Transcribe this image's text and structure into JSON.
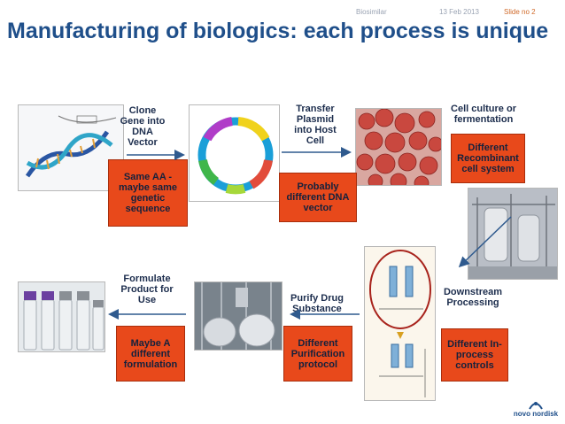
{
  "header": {
    "topic": "Biosimilar",
    "date": "13 Feb 2013",
    "slide": "Slide no 2"
  },
  "title": "Manufacturing of biologics: each process is unique",
  "steps": {
    "clone": {
      "label": "Clone Gene into DNA Vector",
      "box": "Same AA - maybe same genetic sequence"
    },
    "transfer": {
      "label": "Transfer Plasmid into Host Cell",
      "box": "Probably different DNA vector"
    },
    "culture": {
      "label": "Cell culture or fermentation",
      "box": "Different Recombinant cell system"
    },
    "downstream": {
      "label": "Downstream Processing",
      "box": "Different In-process controls"
    },
    "purify": {
      "label": "Purify Drug Substance",
      "box": "Different Purification protocol"
    },
    "formulate": {
      "label": "Formulate Product for Use",
      "box": "Maybe A different formulation"
    }
  },
  "logo": {
    "text": "novo nordisk"
  },
  "colors": {
    "title": "#1f4f8a",
    "box": "#e8491b",
    "arrow": "#2f5a8e"
  }
}
